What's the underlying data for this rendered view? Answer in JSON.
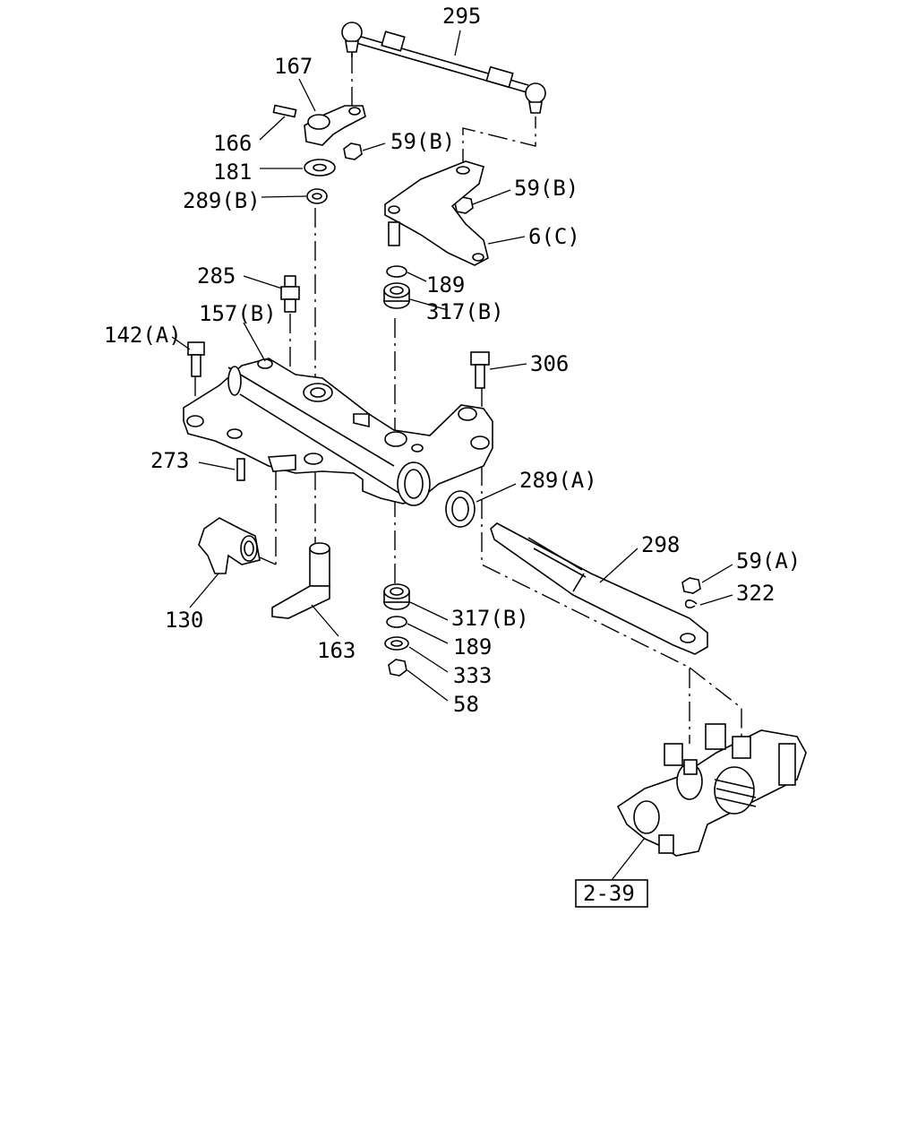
{
  "callouts": {
    "c295": "295",
    "c167": "167",
    "c166": "166",
    "c181": "181",
    "c289b": "289(B)",
    "c59b_top": "59(B)",
    "c59b_mid": "59(B)",
    "c6c": "6(C)",
    "c285": "285",
    "c189_top": "189",
    "c317b_top": "317(B)",
    "c157b": "157(B)",
    "c142a": "142(A)",
    "c306": "306",
    "c273": "273",
    "c289a": "289(A)",
    "c298": "298",
    "c59a": "59(A)",
    "c322": "322",
    "c130": "130",
    "c317b_bot": "317(B)",
    "c163": "163",
    "c189_bot": "189",
    "c333": "333",
    "c58": "58"
  },
  "reference": {
    "page_ref": "2-39"
  }
}
